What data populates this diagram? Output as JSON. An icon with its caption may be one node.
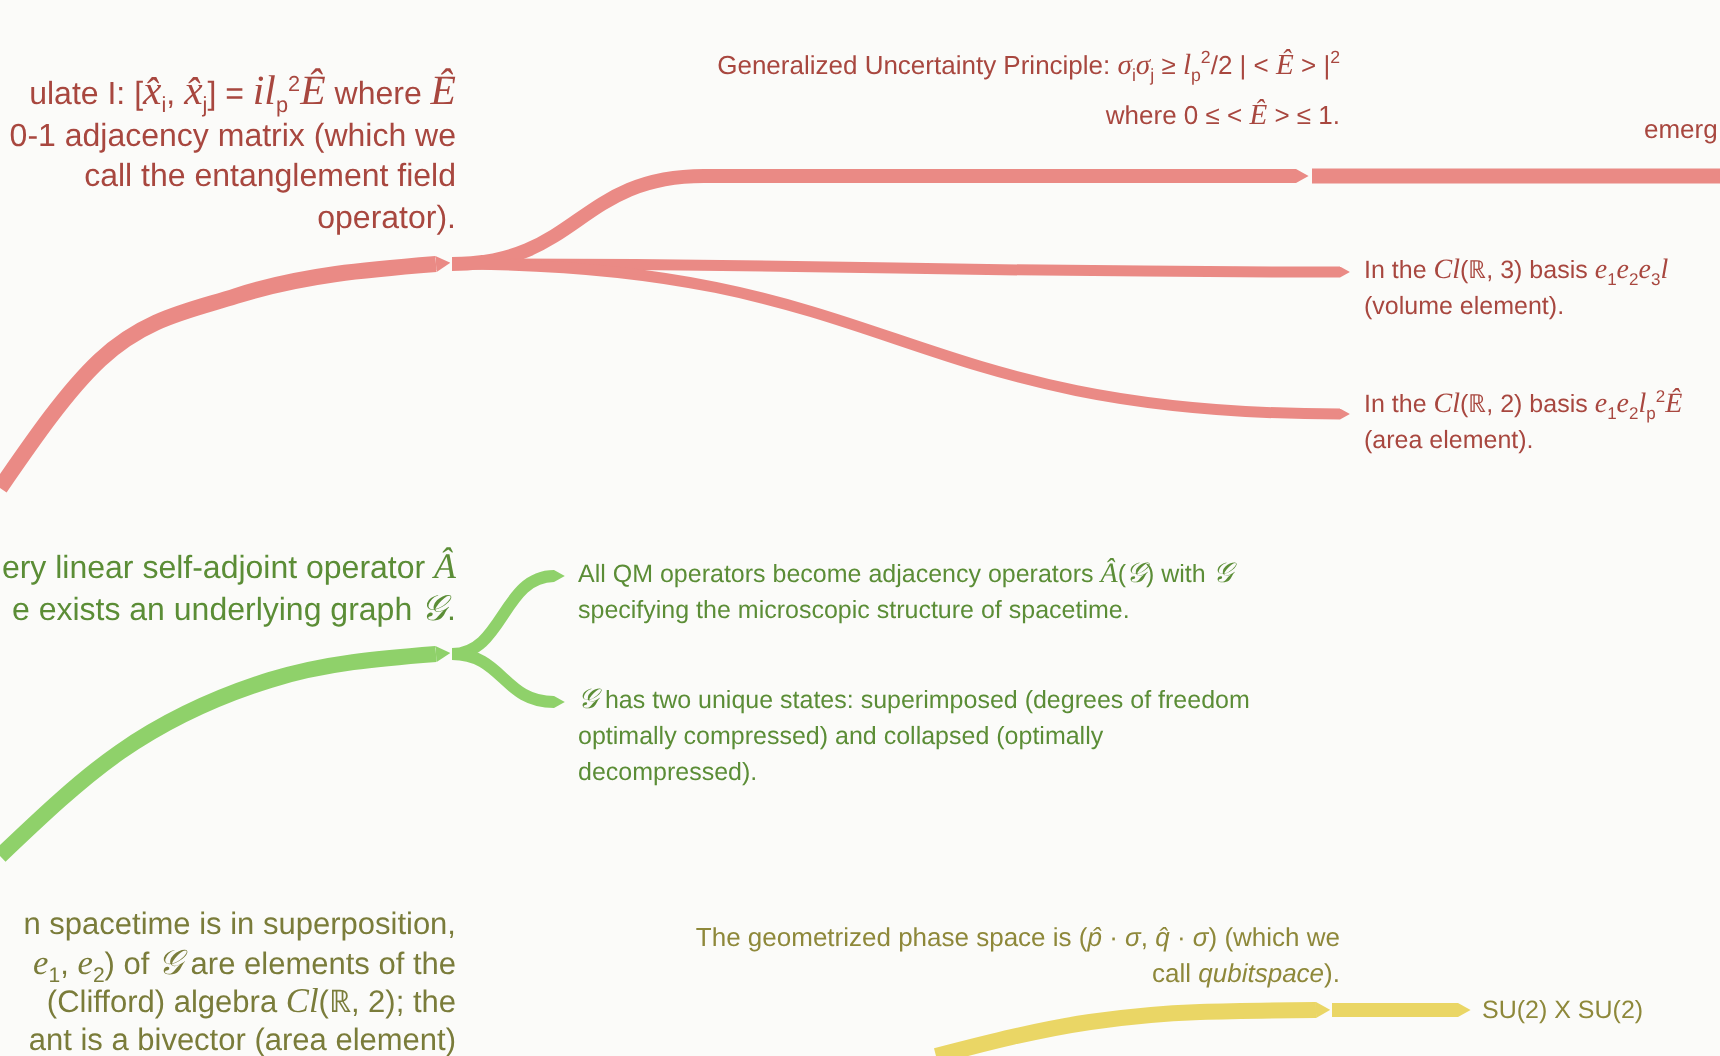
{
  "diagram": {
    "nodes": [
      {
        "text": [
          "ulate I: [*x̂*$_{i}$, *x̂*$_{j}$] = *il*$_{p}$$^{2}$*Ê* where *Ê* 0-1 adjacency matrix (which we call the entanglement field operator)."
        ]
      },
      {
        "text": [
          "Generalized Uncertainty Principle: *σ*$_{i}$*σ*$_{j}$ ≥ *l*$_{p}$$^{2}$/2 | < *Ê* > |$^{2}$ where 0 ≤ < *Ê* > ≤ 1."
        ]
      },
      {
        "text": [
          "emerg"
        ]
      },
      {
        "text": [
          "In the *Cl*(ℝ, 3) basis *e*$_{1}$*e*$_{2}$*e*$_{3}$*l* (volume element)."
        ]
      },
      {
        "text": [
          "In the *Cl*(ℝ, 2) basis *e*$_{1}$*e*$_{2}$*l*$_{p}$$^{2}$*Ê* (area element)."
        ]
      },
      {
        "text": [
          "ery linear self-adjoint operator *Â* e exists an underlying graph *𝒢*."
        ]
      },
      {
        "text": [
          "All QM operators become adjacency operators *Â*(*𝒢*) with *𝒢* specifying the microscopic structure of spacetime."
        ]
      },
      {
        "text": [
          "*𝒢* has two unique states: superimposed (degrees of freedom optimally compressed) and collapsed (optimally decompressed)."
        ]
      },
      {
        "text": [
          "n spacetime is in superposition, *e*$_{1}$, *e*$_{2}$) of *𝒢* are elements of the (Clifford) algebra *Cl*(ℝ, 2); the ant is a bivector (area element)"
        ]
      },
      {
        "text": [
          "The geometrized phase space is (*p̂* · *σ*, *q̂* · *σ*) (which we call *qubitspace*)."
        ]
      },
      {
        "text": [
          "SU(2) X SU(2)"
        ]
      }
    ],
    "edges": [
      {
        "from": null,
        "to": 0,
        "arrow": "to"
      },
      {
        "from": 0,
        "to": 1,
        "arrow": "to"
      },
      {
        "from": 1,
        "to": 2,
        "arrow": "none"
      },
      {
        "from": 0,
        "to": 3,
        "arrow": "to"
      },
      {
        "from": 0,
        "to": 4,
        "arrow": "to"
      },
      {
        "from": null,
        "to": 5,
        "arrow": "to",
        "color": "#8fd16a"
      },
      {
        "from": 5,
        "to": 6,
        "arrow": "to",
        "color": "#8fd16a"
      },
      {
        "from": 5,
        "to": 7,
        "arrow": "to",
        "color": "#8fd16a"
      },
      {
        "from": null,
        "to": 9,
        "arrow": "to",
        "color": "#ead665"
      },
      {
        "from": 9,
        "to": 10,
        "arrow": "to",
        "color": "#ead665"
      }
    ]
  }
}
